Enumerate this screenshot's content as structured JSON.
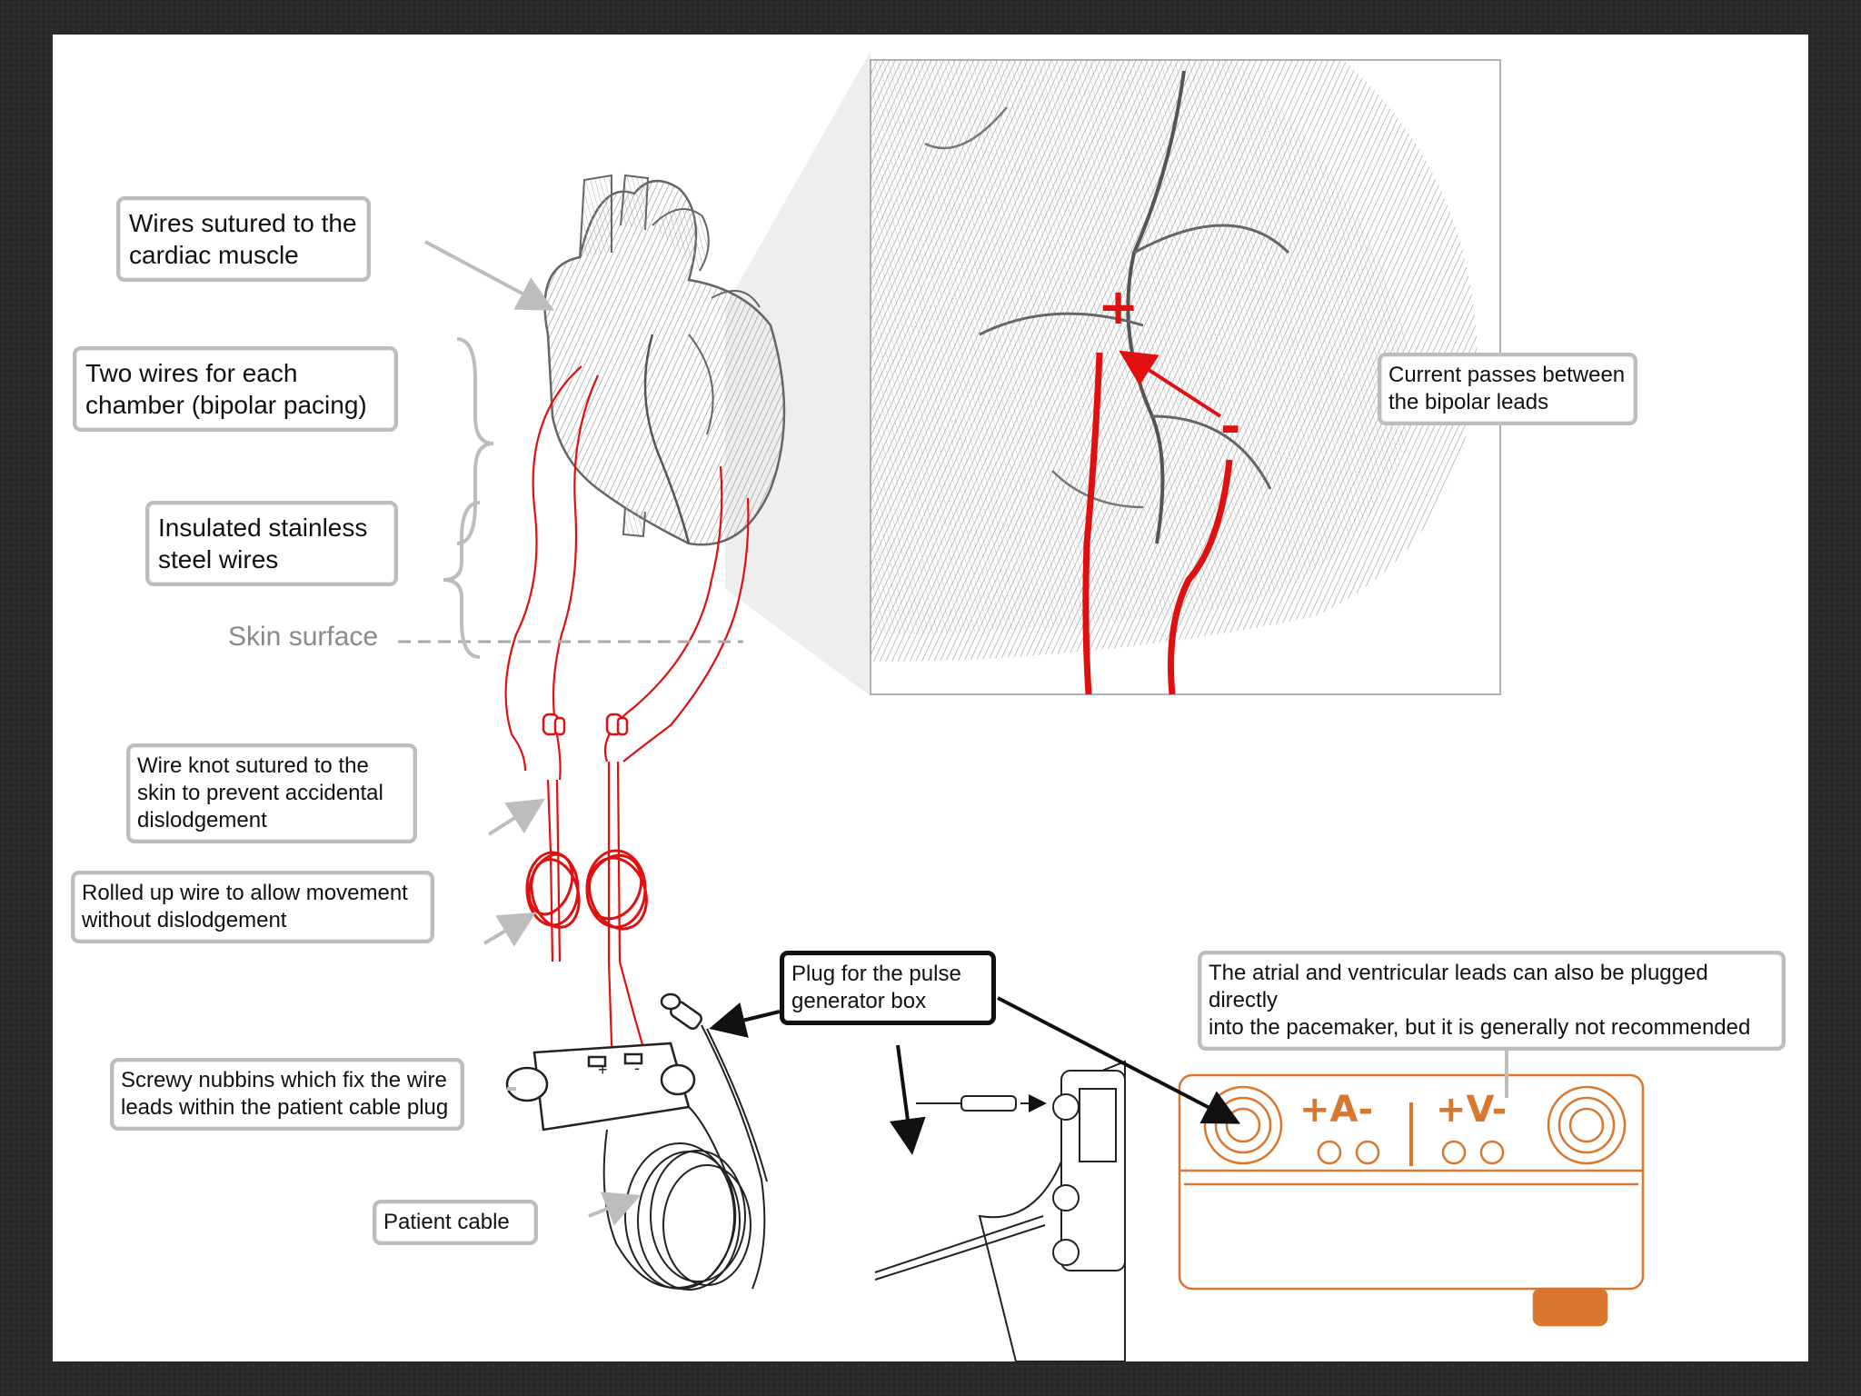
{
  "labels": {
    "wires_sutured": "Wires sutured to the\ncardiac muscle",
    "two_wires": "Two wires for each\nchamber (bipolar pacing)",
    "insulated": "Insulated stainless\nsteel wires",
    "skin_surface": "Skin surface",
    "current_passes": "Current passes between\nthe bipolar leads",
    "wire_knot": "Wire knot sutured to the\nskin to  prevent accidental\ndislodgement",
    "rolled_up": "Rolled up wire to allow movement\nwithout dislodgement",
    "plug_pulse": "Plug for the pulse\ngenerator box",
    "atrial_ventricular": "The atrial and ventricular leads can also be plugged directly\ninto the pacemaker, but it is generally not recommended",
    "screwy": "Screwy nubbins which fix the wire\nleads within the patient cable plug",
    "patient_cable": "Patient cable"
  },
  "signs": {
    "plus": "+",
    "minus": "-"
  },
  "pacemaker": {
    "atrial": "+A-",
    "ventricular": "+V-"
  },
  "colors": {
    "wire": "#e01010",
    "pacemaker": "#d9772f",
    "callout_border": "#bdbdbd"
  }
}
